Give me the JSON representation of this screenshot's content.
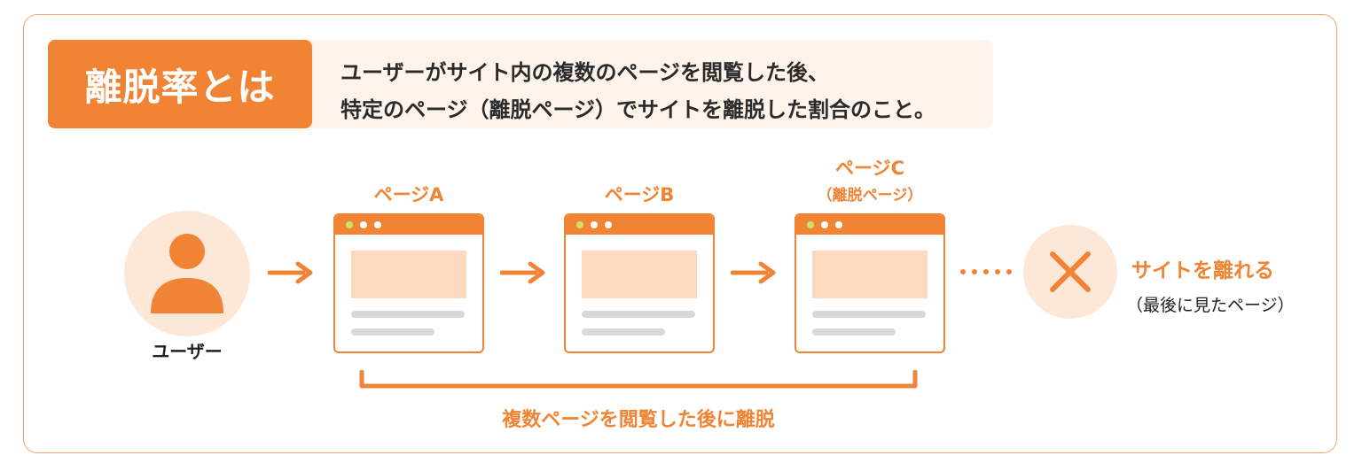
{
  "header": {
    "title": "離脱率とは",
    "definition_line1": "ユーザーがサイト内の複数のページを閲覧した後、",
    "definition_line2": "特定のページ（離脱ページ）でサイトを離脱した割合のこと。"
  },
  "flow": {
    "user_label": "ユーザー",
    "pages": [
      {
        "title": "ページA",
        "subtitle": ""
      },
      {
        "title": "ページB",
        "subtitle": ""
      },
      {
        "title": "ページC",
        "subtitle": "（離脱ページ）"
      }
    ],
    "exit_title": "サイトを離れる",
    "exit_subtitle": "（最後に見たページ）",
    "bracket_label": "複数ページを閲覧した後に離脱"
  },
  "colors": {
    "accent": "#f08434",
    "accent_light": "#fde8d8",
    "accent_block": "#fdd9bf",
    "definition_bg": "#fef4ec",
    "browser_dot_green": "#c9e36a",
    "placeholder_line": "#d9d9d9"
  },
  "icons": {
    "user": "user-icon",
    "arrow": "arrow-right-icon",
    "exit": "close-x-icon"
  }
}
